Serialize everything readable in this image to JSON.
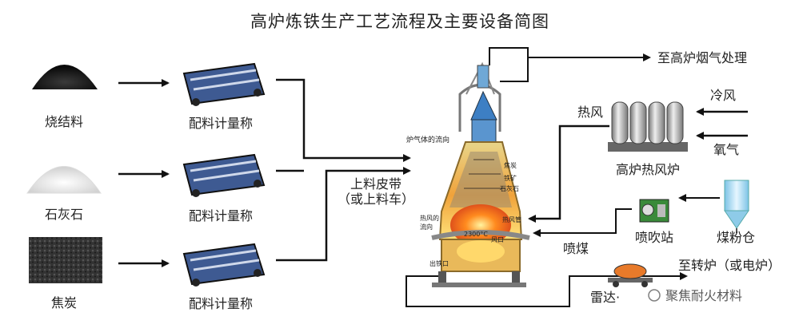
{
  "title": "高炉炼铁生产工艺流程及主要设备简图",
  "materials": [
    {
      "label": "烧结料",
      "scale_label": "配料计量称"
    },
    {
      "label": "石灰石",
      "scale_label": "配料计量称"
    },
    {
      "label": "焦炭",
      "scale_label": "配料计量称"
    }
  ],
  "belt": {
    "line1": "上料皮带",
    "line2": "（或上料车）"
  },
  "furnace": {
    "gas_flow": "炉气体的流向",
    "coke": "焦炭",
    "ore": "铁矿",
    "limestone": "石灰石",
    "hot_pipe": "热风管",
    "hot_flow_1": "热风的",
    "hot_flow_2": "流向",
    "temperature": "2300°C",
    "tuyere": "风口",
    "taphole": "出铁口"
  },
  "gas_out": "至高炉烟气处理",
  "stove": {
    "label": "高炉热风炉",
    "hot_air": "热风",
    "cold_air": "冷风",
    "oxygen": "氧气"
  },
  "coal": {
    "inject": "喷煤",
    "station": "喷吹站",
    "bin": "煤粉仓"
  },
  "iron": {
    "destination": "至转炉（或电炉）",
    "car_label": "雷达·"
  },
  "watermark": "聚焦耐火材料",
  "colors": {
    "arrow": "#111111",
    "flame": "#ff7a1a",
    "stove": "#9a9a9a",
    "water": "#9fd3ee"
  }
}
